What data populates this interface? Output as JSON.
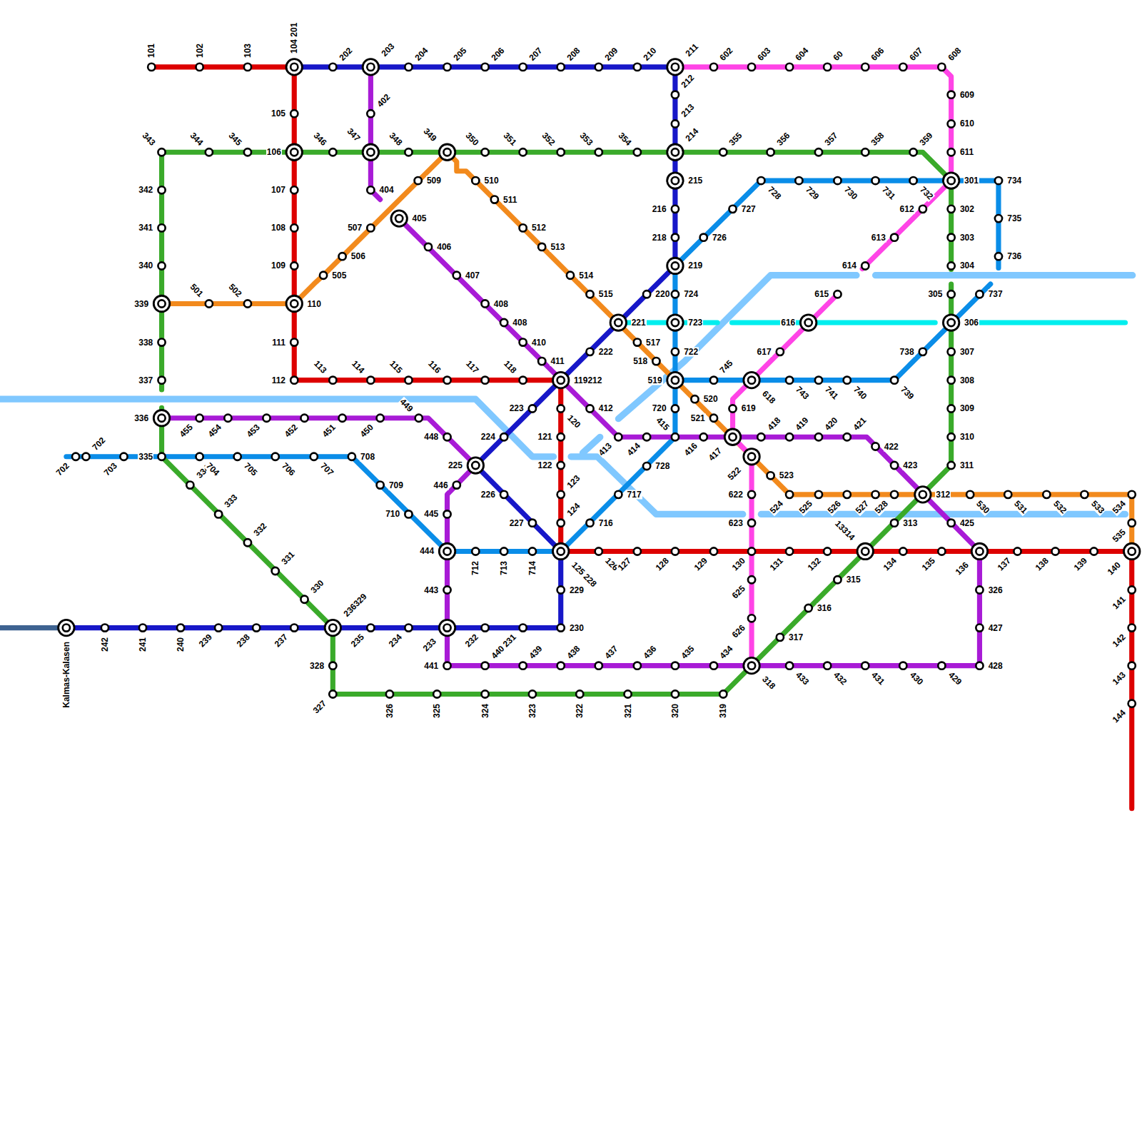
{
  "diagram": {
    "labels": [
      "101",
      "102",
      "103",
      "104 201",
      "105",
      "106",
      "107",
      "108",
      "109",
      "110",
      "111",
      "112",
      "113",
      "114",
      "115",
      "116",
      "117",
      "118",
      "119212",
      "120",
      "121",
      "122",
      "123",
      "124",
      "125 228",
      "126",
      "127",
      "128",
      "129",
      "130",
      "131",
      "132",
      "13314",
      "134",
      "135",
      "136",
      "137",
      "138",
      "139",
      "140",
      "141",
      "142",
      "143",
      "144",
      "202",
      "203",
      "204",
      "205",
      "206",
      "207",
      "208",
      "209",
      "210",
      "211",
      "212",
      "213",
      "214",
      "215",
      "216",
      "218",
      "219",
      "220",
      "221",
      "222",
      "223",
      "224",
      "225",
      "226",
      "227",
      "229",
      "230",
      "231",
      "232",
      "233",
      "234",
      "235",
      "236329",
      "237",
      "238",
      "239",
      "240",
      "241",
      "242",
      "Kalmas-Kalasen",
      "343",
      "344",
      "345",
      "346",
      "347",
      "348",
      "349",
      "350",
      "351",
      "352",
      "353",
      "354",
      "355",
      "356",
      "357",
      "358",
      "359",
      "301",
      "302",
      "303",
      "304",
      "305",
      "306",
      "307",
      "308",
      "309",
      "310",
      "311",
      "312",
      "313",
      "315",
      "316",
      "317",
      "318",
      "319",
      "320",
      "321",
      "322",
      "323",
      "324",
      "325",
      "326",
      "327",
      "328",
      "330",
      "331",
      "332",
      "333",
      "334",
      "335",
      "336",
      "337",
      "338",
      "339",
      "340",
      "341",
      "342",
      "402",
      "404",
      "405",
      "406",
      "407",
      "408",
      "408",
      "410",
      "411",
      "412",
      "413",
      "414",
      "415",
      "416",
      "417",
      "418",
      "419",
      "420",
      "421",
      "422",
      "423",
      "425",
      "326",
      "427",
      "428",
      "429",
      "430",
      "431",
      "432",
      "433",
      "434",
      "435",
      "436",
      "437",
      "438",
      "439",
      "440",
      "441",
      "443",
      "444",
      "445",
      "446",
      "448",
      "449",
      "450",
      "451",
      "452",
      "453",
      "454",
      "455",
      "501",
      "502",
      "505",
      "506",
      "507",
      "509",
      "510",
      "511",
      "512",
      "513",
      "514",
      "515",
      "517",
      "518",
      "519",
      "520",
      "521",
      "522",
      "523",
      "524",
      "525",
      "526",
      "527",
      "528",
      "530",
      "531",
      "532",
      "533",
      "534",
      "535",
      "602",
      "603",
      "604",
      "60",
      "606",
      "607",
      "608",
      "609",
      "610",
      "611",
      "612",
      "613",
      "614",
      "615",
      "616",
      "617",
      "618",
      "619",
      "622",
      "623",
      "625",
      "626",
      "702",
      "702",
      "703",
      "704",
      "705",
      "706",
      "707",
      "708",
      "709",
      "710",
      "712",
      "713",
      "714",
      "716",
      "717",
      "728",
      "720",
      "722",
      "723",
      "724",
      "726",
      "727",
      "728",
      "729",
      "730",
      "731",
      "732",
      "734",
      "735",
      "736",
      "745",
      "743",
      "741",
      "740",
      "739",
      "738",
      "737"
    ]
  }
}
